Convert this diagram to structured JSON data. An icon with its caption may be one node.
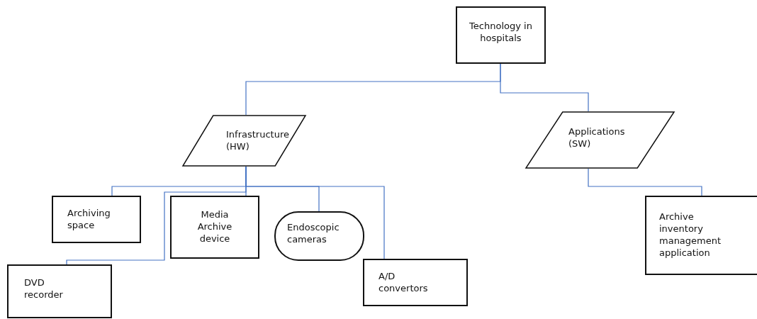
{
  "diagram": {
    "nodes": [
      {
        "text": [
          "Technology in hospitals"
        ]
      },
      {
        "text": [
          "Infrastructure (HW)"
        ]
      },
      {
        "text": [
          "Applications (SW)"
        ]
      },
      {
        "text": [
          "Archiving space"
        ]
      },
      {
        "text": [
          "Media Archive device"
        ]
      },
      {
        "text": [
          "Endoscopic cameras"
        ]
      },
      {
        "text": [
          "DVD recorder"
        ]
      },
      {
        "text": [
          "A/D convertors"
        ]
      },
      {
        "text": [
          "Archive inventory management application"
        ]
      }
    ],
    "edges": [
      {
        "from": 0,
        "to": 1,
        "arrow": "none"
      },
      {
        "from": 0,
        "to": 2,
        "arrow": "none"
      },
      {
        "from": 1,
        "to": 3,
        "arrow": "none"
      },
      {
        "from": 1,
        "to": 4,
        "arrow": "none"
      },
      {
        "from": 1,
        "to": 5,
        "arrow": "none"
      },
      {
        "from": 1,
        "to": 7,
        "arrow": "none"
      },
      {
        "from": 1,
        "to": 6,
        "arrow": "none"
      },
      {
        "from": 2,
        "to": 8,
        "arrow": "none"
      }
    ]
  }
}
